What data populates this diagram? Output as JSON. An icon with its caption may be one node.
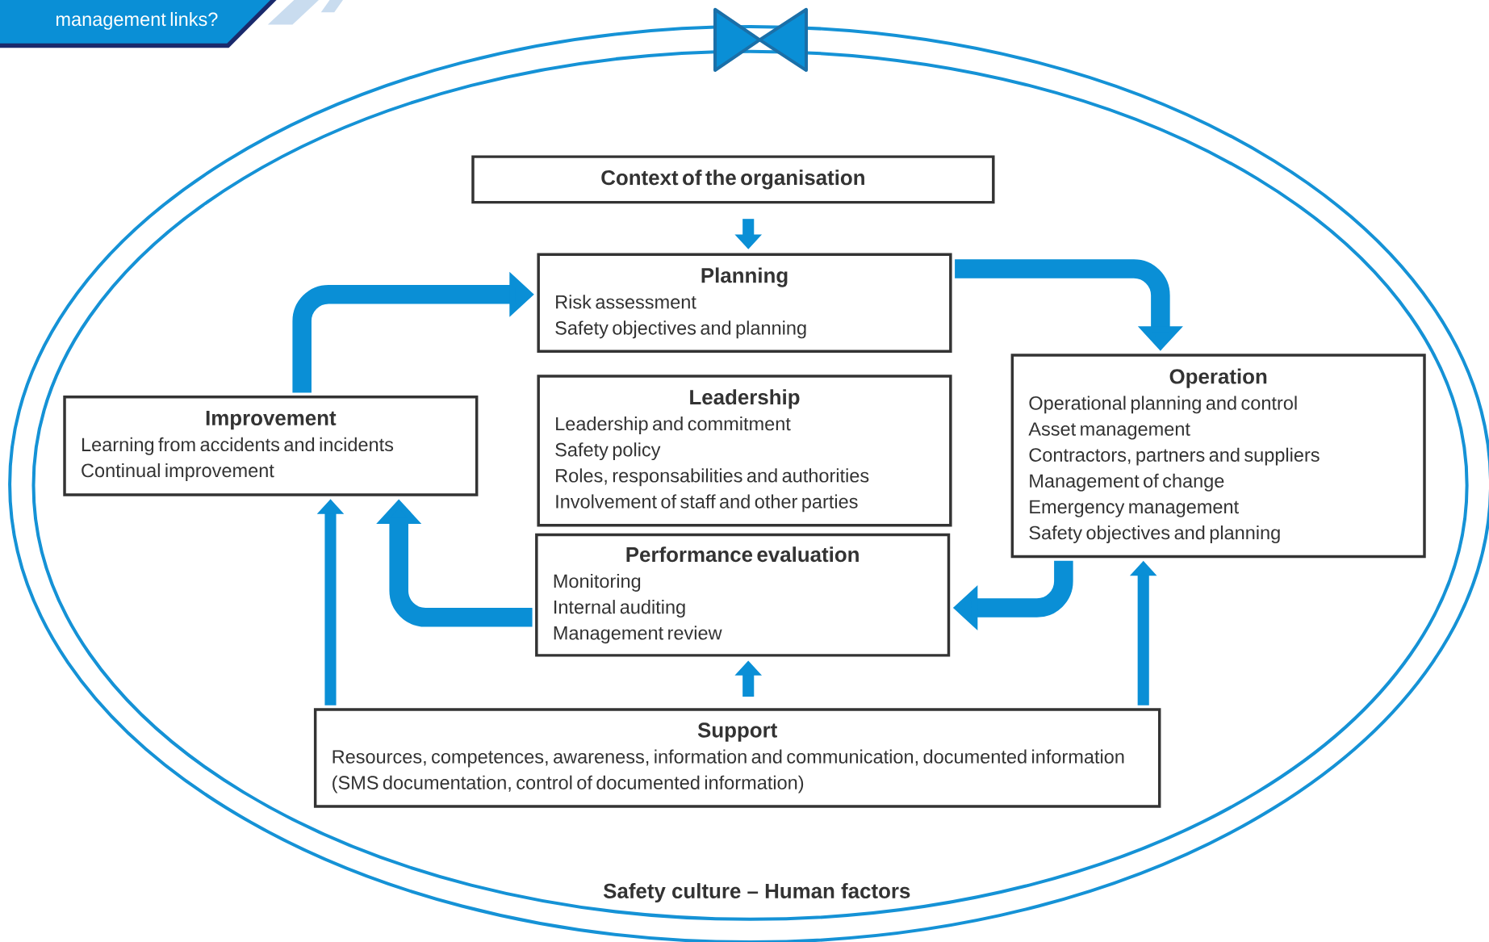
{
  "diagram": {
    "nodes": [
      {
        "text": [
          "management links?"
        ]
      },
      {
        "text": [
          "Safety culture – Human factors"
        ]
      },
      {
        "text": [
          "Context of the organisation"
        ],
        "in": 1
      },
      {
        "text": [
          "Planning",
          "Risk assessment",
          "Safety objectives and planning"
        ],
        "in": 1
      },
      {
        "text": [
          "Leadership",
          "Leadership and commitment",
          "Safety policy",
          "Roles, responsabilities and authorities",
          "Involvement of staff and other parties"
        ],
        "in": 1
      },
      {
        "text": [
          "Performance evaluation",
          "Monitoring",
          "Internal auditing",
          "Management review"
        ],
        "in": 1
      },
      {
        "text": [
          "Improvement",
          "Learning from accidents and incidents",
          "Continual improvement"
        ],
        "in": 1
      },
      {
        "text": [
          "Operation",
          "Operational planning and control",
          "Asset management",
          "Contractors, partners and suppliers",
          "Management of change",
          "Emergency management",
          "Safety objectives and planning"
        ],
        "in": 1
      },
      {
        "text": [
          "Support",
          "Resources, competences, awareness, information and communication, documented information (SMS documentation, control of documented information)"
        ],
        "in": 1
      }
    ],
    "edges": [
      {
        "from": 2,
        "to": 3,
        "arrow": "to"
      },
      {
        "from": 3,
        "to": 7,
        "arrow": "to"
      },
      {
        "from": 7,
        "to": 5,
        "arrow": "to"
      },
      {
        "from": 5,
        "to": 6,
        "arrow": "to"
      },
      {
        "from": 6,
        "to": 3,
        "arrow": "to"
      },
      {
        "from": 8,
        "to": 6,
        "arrow": "to"
      },
      {
        "from": 8,
        "to": 5,
        "arrow": "to"
      },
      {
        "from": 8,
        "to": 7,
        "arrow": "to"
      }
    ]
  }
}
